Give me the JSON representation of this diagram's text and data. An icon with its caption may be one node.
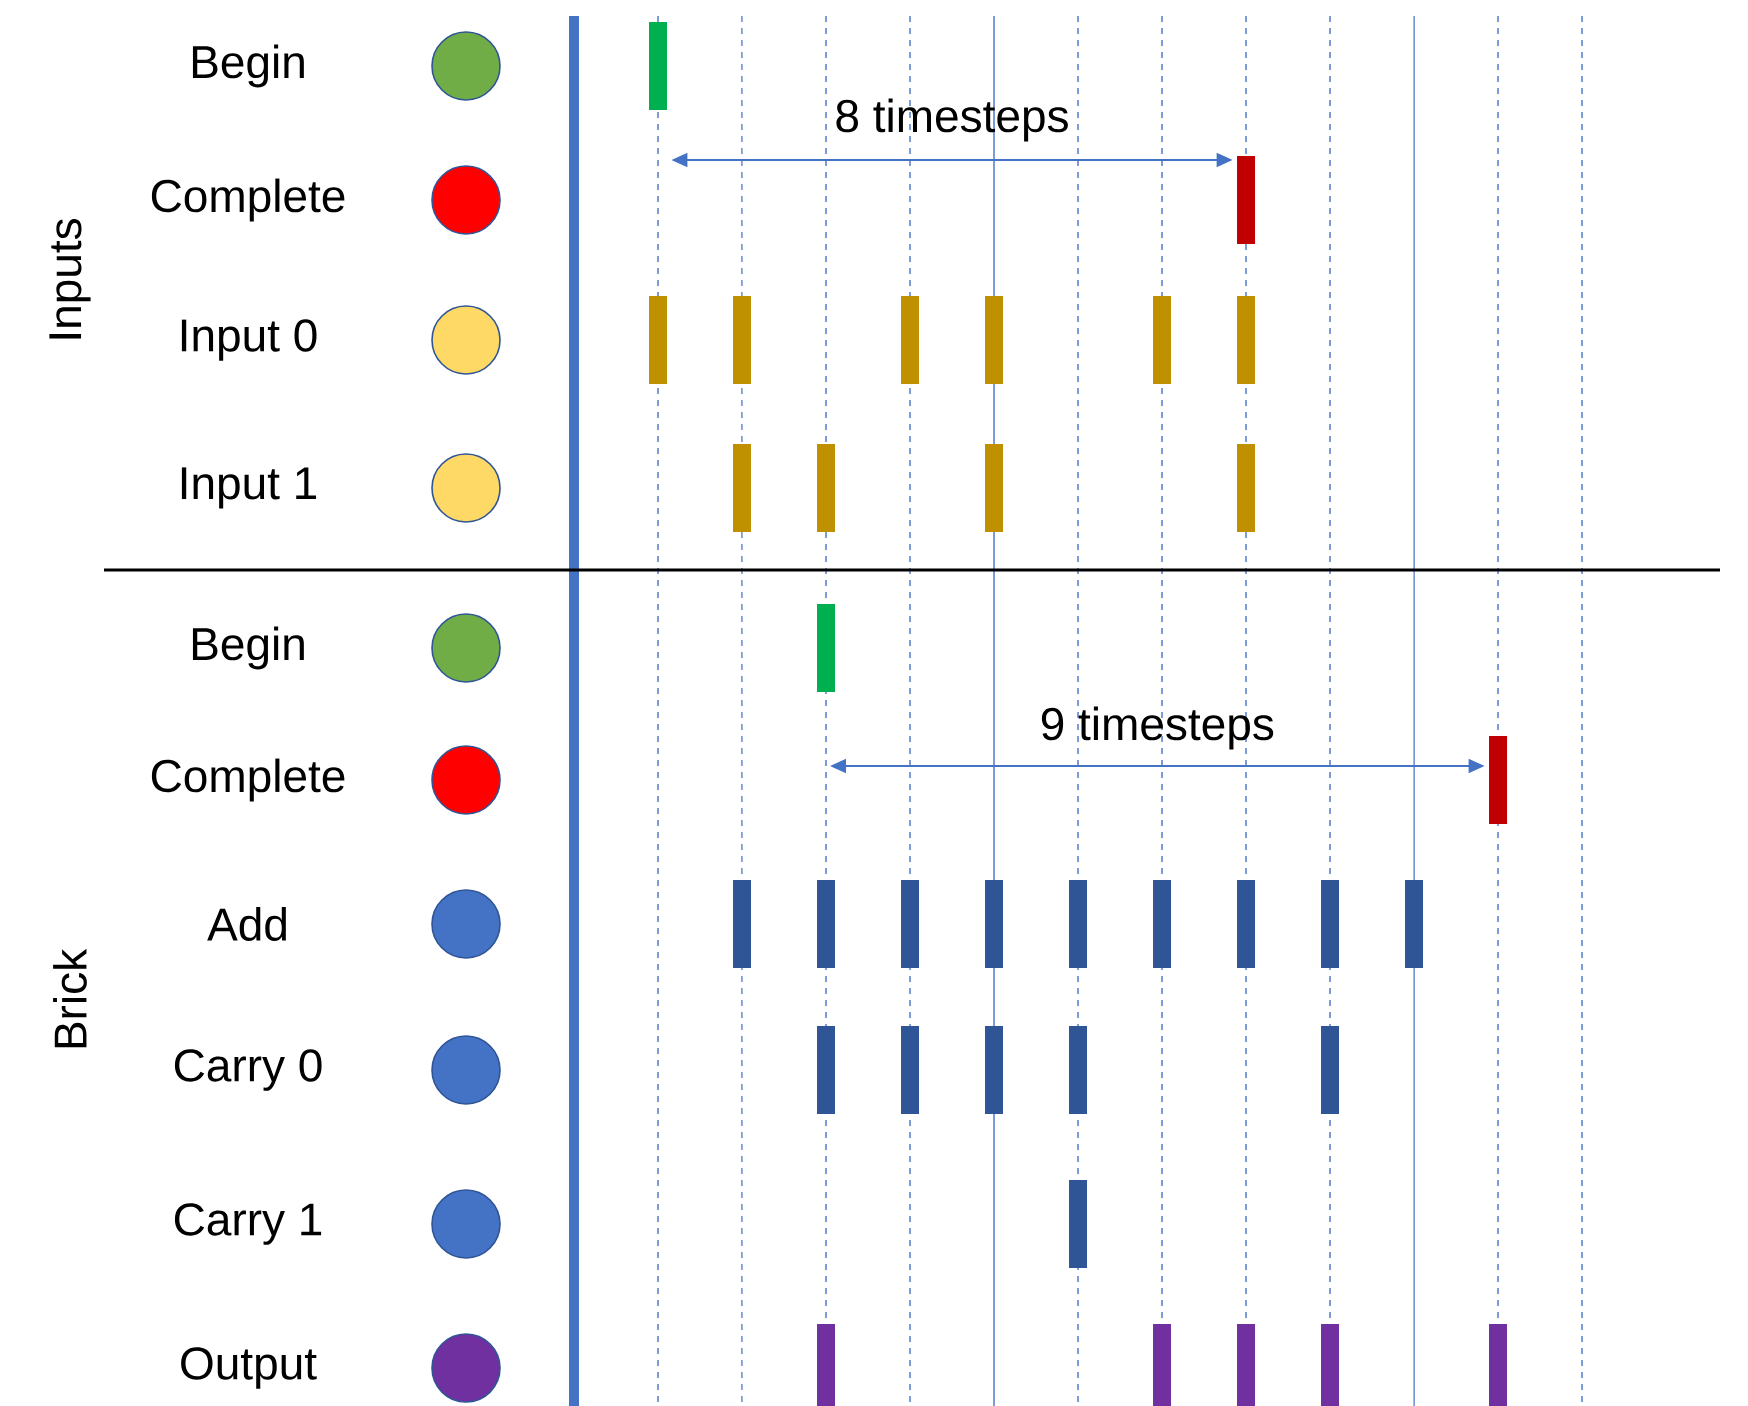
{
  "diagram": {
    "nodes": [
      {
        "text": [],
        "shape": "circle",
        "beside": [
          "Begin"
        ]
      },
      {
        "text": [],
        "shape": "circle",
        "beside": [
          "Complete"
        ]
      },
      {
        "text": [],
        "shape": "circle",
        "beside": [
          "Input 0"
        ]
      },
      {
        "text": [],
        "shape": "circle",
        "beside": [
          "Input 1"
        ]
      },
      {
        "text": [],
        "shape": "circle",
        "beside": [
          "Begin"
        ]
      },
      {
        "text": [],
        "shape": "circle",
        "beside": [
          "Complete"
        ]
      },
      {
        "text": [],
        "shape": "circle",
        "beside": [
          "Add"
        ]
      },
      {
        "text": [],
        "shape": "circle",
        "beside": [
          "Carry 0"
        ]
      },
      {
        "text": [],
        "shape": "circle",
        "beside": [
          "Carry 1"
        ]
      },
      {
        "text": [],
        "shape": "circle",
        "beside": [
          "Output"
        ]
      },
      {
        "text": [],
        "shape": "bar"
      },
      {
        "text": [],
        "shape": "bar"
      },
      {
        "text": [],
        "shape": "bar"
      },
      {
        "text": [],
        "shape": "bar"
      },
      {
        "text": [],
        "shape": "bar"
      },
      {
        "text": [],
        "shape": "bar"
      },
      {
        "text": [],
        "shape": "bar"
      },
      {
        "text": [],
        "shape": "bar"
      },
      {
        "text": [],
        "shape": "bar"
      },
      {
        "text": [],
        "shape": "bar"
      },
      {
        "text": [],
        "shape": "bar"
      },
      {
        "text": [],
        "shape": "bar"
      },
      {
        "text": [],
        "shape": "bar"
      },
      {
        "text": [],
        "shape": "bar"
      },
      {
        "text": [],
        "shape": "bar"
      },
      {
        "text": [],
        "shape": "bar"
      },
      {
        "text": [],
        "shape": "bar"
      },
      {
        "text": [],
        "shape": "bar"
      },
      {
        "text": [],
        "shape": "bar"
      },
      {
        "text": [],
        "shape": "bar"
      },
      {
        "text": [],
        "shape": "bar"
      },
      {
        "text": [],
        "shape": "bar"
      },
      {
        "text": [],
        "shape": "bar"
      },
      {
        "text": [],
        "shape": "bar"
      },
      {
        "text": [],
        "shape": "bar"
      },
      {
        "text": [],
        "shape": "bar"
      },
      {
        "text": [],
        "shape": "bar"
      },
      {
        "text": [],
        "shape": "bar"
      },
      {
        "text": [],
        "shape": "bar"
      },
      {
        "text": [],
        "shape": "bar"
      },
      {
        "text": [],
        "shape": "bar"
      },
      {
        "text": [],
        "shape": "bar"
      },
      {
        "text": [],
        "shape": "bar"
      },
      {
        "text": [],
        "shape": "bar"
      }
    ],
    "edges": [
      {
        "from": 10,
        "to": 11,
        "arrow": "both",
        "label": "8 timesteps"
      },
      {
        "from": 22,
        "to": 23,
        "arrow": "both",
        "label": "9 timesteps"
      }
    ],
    "labels": [
      "Inputs",
      "Brick"
    ]
  }
}
